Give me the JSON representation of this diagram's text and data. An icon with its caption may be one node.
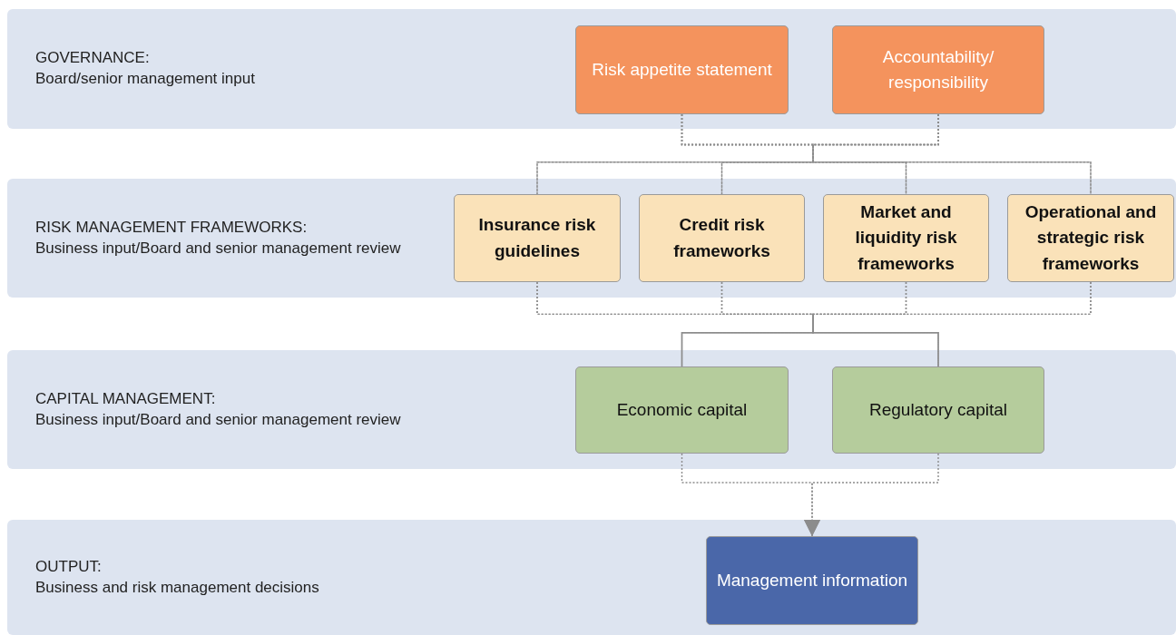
{
  "diagram": {
    "nodes": [
      {
        "text": [
          "GOVERNANCE:",
          "Board/senior management input"
        ]
      },
      {
        "text": [
          "Risk appetite statement"
        ],
        "in": 0
      },
      {
        "text": [
          "Accountability/ responsibility"
        ],
        "in": 0
      },
      {
        "text": [
          "RISK MANAGEMENT FRAMEWORKS:",
          "Business input/Board and senior management review"
        ]
      },
      {
        "text": [
          "Insurance risk guidelines"
        ],
        "in": 3
      },
      {
        "text": [
          "Credit risk frameworks"
        ],
        "in": 3
      },
      {
        "text": [
          "Market and liquidity risk frameworks"
        ],
        "in": 3
      },
      {
        "text": [
          "Operational and strategic risk frameworks"
        ],
        "in": 3
      },
      {
        "text": [
          "CAPITAL MANAGEMENT:",
          "Business input/Board and senior management review"
        ]
      },
      {
        "text": [
          "Economic capital"
        ],
        "in": 8
      },
      {
        "text": [
          "Regulatory capital"
        ],
        "in": 8
      },
      {
        "text": [
          "OUTPUT:",
          "Business and risk management decisions"
        ]
      },
      {
        "text": [
          "Management information"
        ],
        "in": 11
      }
    ],
    "edges": [
      {
        "from": 1,
        "to": 4,
        "arrow": "none",
        "style": "dashed"
      },
      {
        "from": 1,
        "to": 5,
        "arrow": "none",
        "style": "dashed"
      },
      {
        "from": 1,
        "to": 6,
        "arrow": "none",
        "style": "dashed"
      },
      {
        "from": 1,
        "to": 7,
        "arrow": "none",
        "style": "dashed"
      },
      {
        "from": 2,
        "to": 4,
        "arrow": "none",
        "style": "dashed"
      },
      {
        "from": 2,
        "to": 5,
        "arrow": "none",
        "style": "dashed"
      },
      {
        "from": 2,
        "to": 6,
        "arrow": "none",
        "style": "dashed"
      },
      {
        "from": 2,
        "to": 7,
        "arrow": "none",
        "style": "dashed"
      },
      {
        "from": 4,
        "to": 9,
        "arrow": "none",
        "style": "dashed"
      },
      {
        "from": 4,
        "to": 10,
        "arrow": "none",
        "style": "dashed"
      },
      {
        "from": 5,
        "to": 9,
        "arrow": "none",
        "style": "dashed"
      },
      {
        "from": 5,
        "to": 10,
        "arrow": "none",
        "style": "dashed"
      },
      {
        "from": 6,
        "to": 9,
        "arrow": "none",
        "style": "dashed"
      },
      {
        "from": 6,
        "to": 10,
        "arrow": "none",
        "style": "dashed"
      },
      {
        "from": 7,
        "to": 9,
        "arrow": "none",
        "style": "dashed"
      },
      {
        "from": 7,
        "to": 10,
        "arrow": "none",
        "style": "dashed"
      },
      {
        "from": 9,
        "to": 12,
        "arrow": "to",
        "style": "dashed"
      },
      {
        "from": 10,
        "to": 12,
        "arrow": "to",
        "style": "dashed"
      }
    ]
  }
}
